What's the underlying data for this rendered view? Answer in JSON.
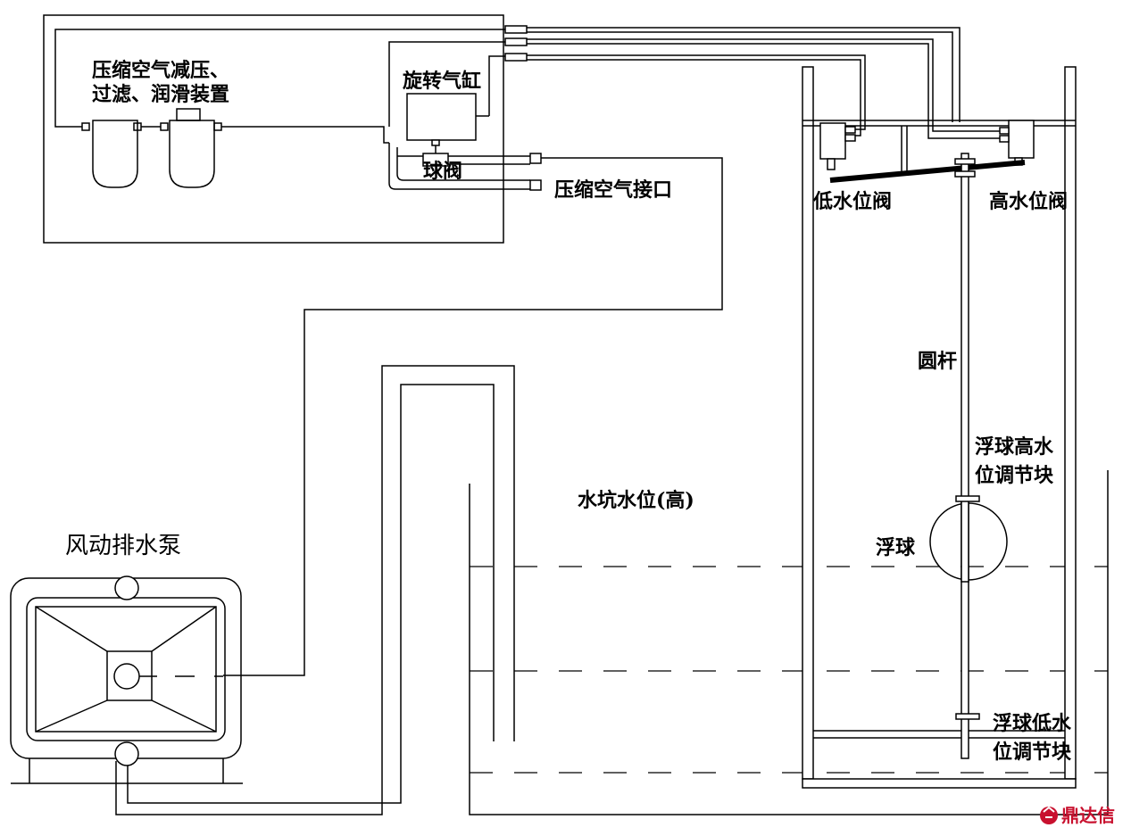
{
  "labels": {
    "air_treatment": [
      "压缩空气减压、",
      "过滤、润滑装置"
    ],
    "rotary_cylinder": "旋转气缸",
    "ball_valve": "球阀",
    "air_inlet": "压缩空气接口",
    "low_water_valve": "低水位阀",
    "high_water_valve": "高水位阀",
    "rod": "圆杆",
    "float_high_block": [
      "浮球高水",
      "位调节块"
    ],
    "pit_water_level": "水坑水位(高)",
    "float": "浮球",
    "float_low_block": [
      "浮球低水",
      "位调节块"
    ],
    "pump": "风动排水泵"
  },
  "logo": {
    "text": "鼎达信",
    "color": "#c8102e"
  }
}
